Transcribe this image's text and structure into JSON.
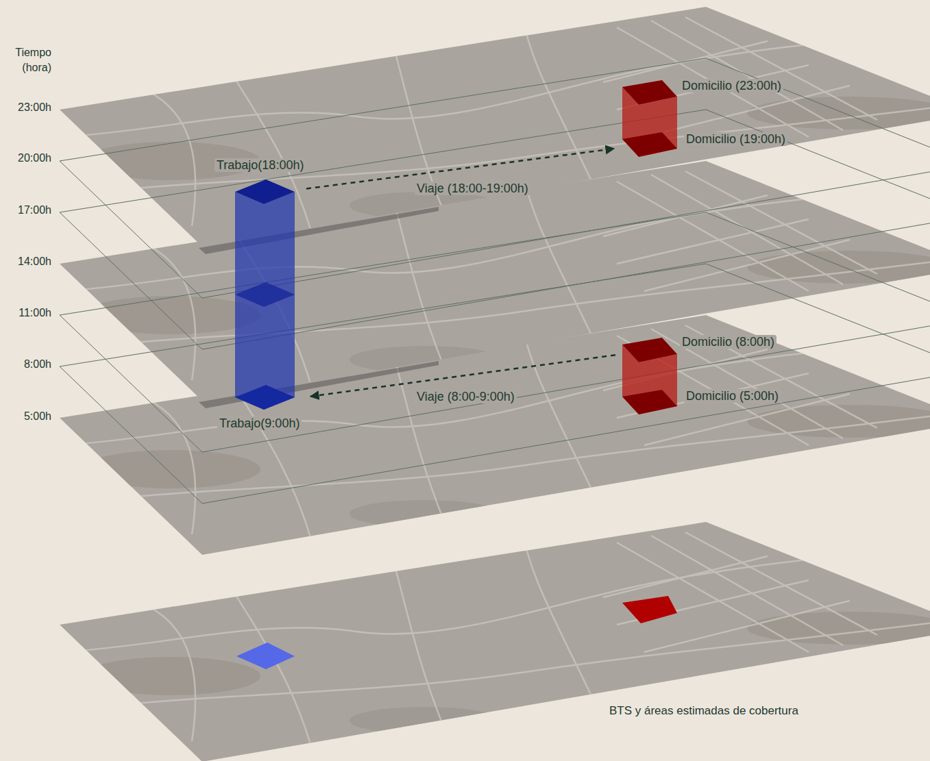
{
  "diagram": {
    "nodes": [
      {
        "text": [
          "Domicilio (23:00h)",
          "Domicilio (19:00h)"
        ]
      },
      {
        "text": [
          "Trabajo(18:00h)",
          "Trabajo(9:00h)"
        ]
      },
      {
        "text": [
          "Domicilio (8:00h)",
          "Domicilio (5:00h)"
        ]
      }
    ],
    "edges": [
      {
        "from": 1,
        "to": 0,
        "arrow": "to",
        "label": "Viaje (18:00-19:00h)"
      },
      {
        "from": 2,
        "to": 1,
        "arrow": "to",
        "label": "Viaje (8:00-9:00h)"
      }
    ],
    "labels": [
      "Tiempo (hora)",
      "23:00h",
      "20:00h",
      "17:00h",
      "14:00h",
      "11:00h",
      "8:00h",
      "5:00h",
      "BTS y áreas estimadas de cobertura"
    ]
  }
}
